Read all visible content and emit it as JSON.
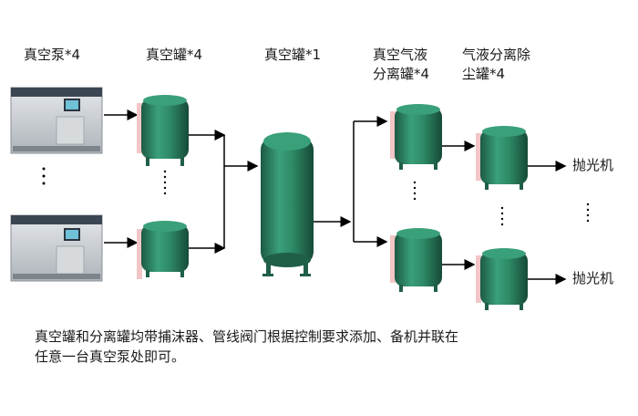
{
  "labels": {
    "pump": "真空泵*4",
    "buffer_tank": "真空罐*4",
    "main_tank": "真空罐*1",
    "separator_line1": "真空气液",
    "separator_line2": "分离罐*4",
    "dust_line1": "气液分离除",
    "dust_line2": "尘罐*4",
    "polisher_top": "抛光机",
    "polisher_bottom": "抛光机"
  },
  "note": {
    "line1": "真空罐和分离罐均带捕沫器、管线阀门根据控制要求添加、备机并联在",
    "line2": "任意一台真空泵处即可。"
  },
  "colors": {
    "tank_green": "#2e8a66",
    "tank_dark": "#1f5f47",
    "pump_body": "#c9ced3",
    "pump_panel": "#2b3440",
    "arrow": "#000000"
  }
}
